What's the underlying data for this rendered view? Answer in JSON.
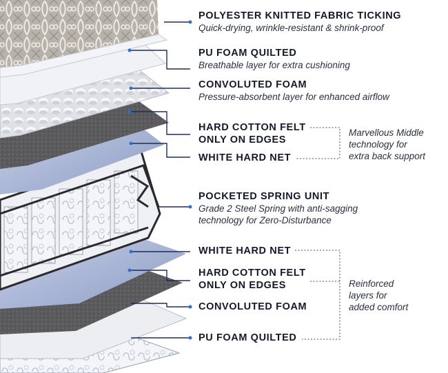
{
  "layers": [
    {
      "title": "POLYESTER KNITTED FABRIC TICKING",
      "desc": "Quick-drying, wrinkle-resistant & shrink-proof"
    },
    {
      "title": "PU FOAM QUILTED",
      "desc": "Breathable layer for extra cushioning"
    },
    {
      "title": "CONVOLUTED FOAM",
      "desc": "Pressure-absorbent layer for enhanced airflow"
    },
    {
      "title_lines": [
        "HARD COTTON FELT",
        "ONLY ON EDGES"
      ]
    },
    {
      "title": "WHITE HARD NET"
    },
    {
      "title": "POCKETED SPRING UNIT",
      "desc_lines": [
        "Grade 2 Steel Spring with anti-sagging",
        "technology for Zero-Disturbance"
      ]
    },
    {
      "title": "WHITE HARD NET"
    },
    {
      "title_lines": [
        "HARD COTTON FELT",
        "ONLY ON EDGES"
      ]
    },
    {
      "title": "CONVOLUTED FOAM"
    },
    {
      "title": "PU FOAM QUILTED"
    }
  ],
  "groups": [
    {
      "lines": [
        "Marvellous Middle",
        "technology for",
        "extra back support"
      ]
    },
    {
      "lines": [
        "Reinforced",
        "layers for",
        "added comfort"
      ]
    }
  ],
  "colors": {
    "leader": "#1c2d57",
    "dot": "#2f6fcf",
    "felt": "#5a5a5c",
    "net": "#a9b6d6",
    "foam": "#e9ebee",
    "spring": "#2a2a2e"
  }
}
